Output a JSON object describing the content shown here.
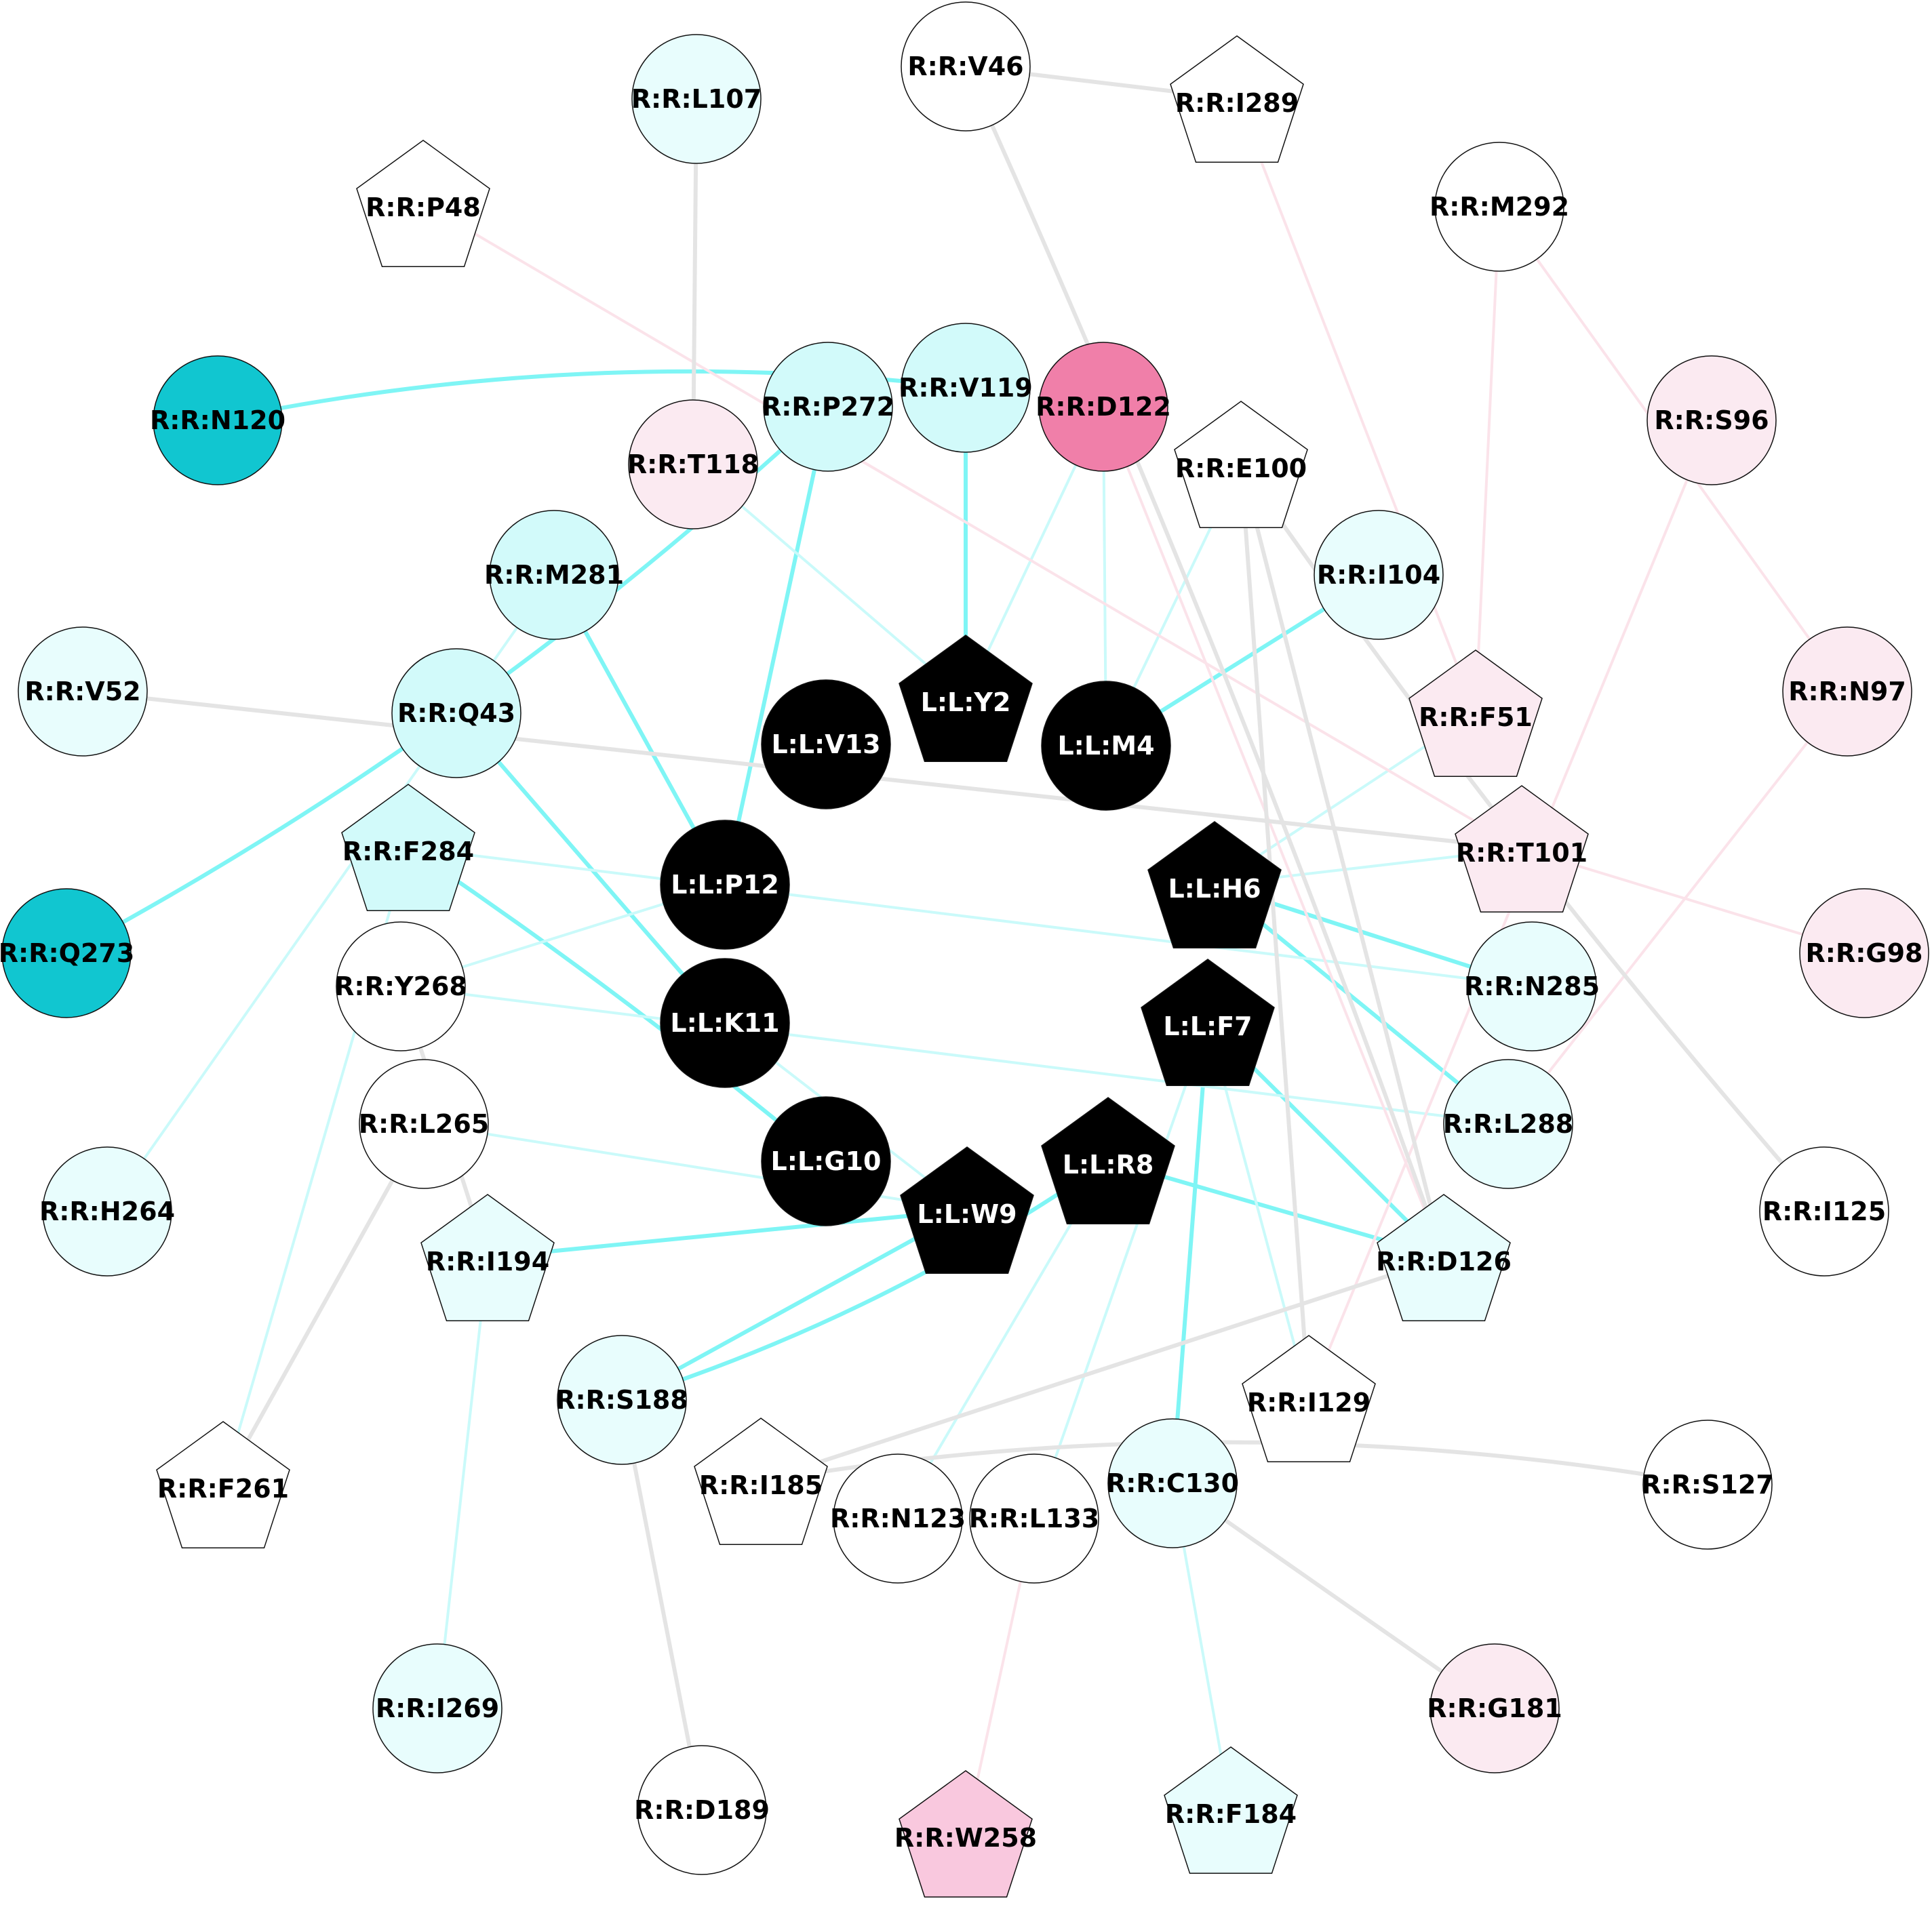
{
  "colors": {
    "ligand": "#000000",
    "cyan_strong": "#7ff5f5",
    "cyan_light": "#cafafa",
    "pink_light": "#fbe3ea",
    "gray": "#e4e4e4",
    "node_white": "#ffffff",
    "node_pale_cyan": "#e8fdfd",
    "node_cyan": "#d2fafa",
    "node_teal": "#11c6d0",
    "node_pale_pink": "#fbeaf1",
    "node_pink": "#f9c8de",
    "node_hot_pink": "#f07fa9"
  },
  "nodes": [
    {
      "id": "Y2",
      "label": "L:L:Y2",
      "shape": "pentagon",
      "fill": "ligand"
    },
    {
      "id": "M4",
      "label": "L:L:M4",
      "shape": "circle",
      "fill": "ligand"
    },
    {
      "id": "H6",
      "label": "L:L:H6",
      "shape": "pentagon",
      "fill": "ligand"
    },
    {
      "id": "F7",
      "label": "L:L:F7",
      "shape": "pentagon",
      "fill": "ligand"
    },
    {
      "id": "R8",
      "label": "L:L:R8",
      "shape": "pentagon",
      "fill": "ligand"
    },
    {
      "id": "W9",
      "label": "L:L:W9",
      "shape": "pentagon",
      "fill": "ligand"
    },
    {
      "id": "G10",
      "label": "L:L:G10",
      "shape": "circle",
      "fill": "ligand"
    },
    {
      "id": "K11",
      "label": "L:L:K11",
      "shape": "circle",
      "fill": "ligand"
    },
    {
      "id": "P12",
      "label": "L:L:P12",
      "shape": "circle",
      "fill": "ligand"
    },
    {
      "id": "V13",
      "label": "L:L:V13",
      "shape": "circle",
      "fill": "ligand"
    },
    {
      "id": "V46",
      "label": "R:R:V46",
      "shape": "circle",
      "fill": "node_white"
    },
    {
      "id": "I289",
      "label": "R:R:I289",
      "shape": "pentagon",
      "fill": "node_white"
    },
    {
      "id": "L107",
      "label": "R:R:L107",
      "shape": "circle",
      "fill": "node_pale_cyan"
    },
    {
      "id": "P48",
      "label": "R:R:P48",
      "shape": "pentagon",
      "fill": "node_white"
    },
    {
      "id": "M292",
      "label": "R:R:M292",
      "shape": "circle",
      "fill": "node_white"
    },
    {
      "id": "N120",
      "label": "R:R:N120",
      "shape": "circle",
      "fill": "node_teal"
    },
    {
      "id": "T118",
      "label": "R:R:T118",
      "shape": "circle",
      "fill": "node_pale_pink"
    },
    {
      "id": "P272",
      "label": "R:R:P272",
      "shape": "circle",
      "fill": "node_cyan"
    },
    {
      "id": "V119",
      "label": "R:R:V119",
      "shape": "circle",
      "fill": "node_cyan"
    },
    {
      "id": "D122",
      "label": "R:R:D122",
      "shape": "circle",
      "fill": "node_hot_pink"
    },
    {
      "id": "E100",
      "label": "R:R:E100",
      "shape": "pentagon",
      "fill": "node_white"
    },
    {
      "id": "S96",
      "label": "R:R:S96",
      "shape": "circle",
      "fill": "node_pale_pink"
    },
    {
      "id": "M281",
      "label": "R:R:M281",
      "shape": "circle",
      "fill": "node_cyan"
    },
    {
      "id": "I104",
      "label": "R:R:I104",
      "shape": "circle",
      "fill": "node_pale_cyan"
    },
    {
      "id": "V52",
      "label": "R:R:V52",
      "shape": "circle",
      "fill": "node_pale_cyan"
    },
    {
      "id": "Q43",
      "label": "R:R:Q43",
      "shape": "circle",
      "fill": "node_cyan"
    },
    {
      "id": "F51",
      "label": "R:R:F51",
      "shape": "pentagon",
      "fill": "node_pale_pink"
    },
    {
      "id": "N97",
      "label": "R:R:N97",
      "shape": "circle",
      "fill": "node_pale_pink"
    },
    {
      "id": "F284",
      "label": "R:R:F284",
      "shape": "pentagon",
      "fill": "node_cyan"
    },
    {
      "id": "T101",
      "label": "R:R:T101",
      "shape": "pentagon",
      "fill": "node_pale_pink"
    },
    {
      "id": "Q273",
      "label": "R:R:Q273",
      "shape": "circle",
      "fill": "node_teal"
    },
    {
      "id": "Y268",
      "label": "R:R:Y268",
      "shape": "circle",
      "fill": "node_white"
    },
    {
      "id": "N285",
      "label": "R:R:N285",
      "shape": "circle",
      "fill": "node_pale_cyan"
    },
    {
      "id": "G98",
      "label": "R:R:G98",
      "shape": "circle",
      "fill": "node_pale_pink"
    },
    {
      "id": "L265",
      "label": "R:R:L265",
      "shape": "circle",
      "fill": "node_white"
    },
    {
      "id": "L288",
      "label": "R:R:L288",
      "shape": "circle",
      "fill": "node_pale_cyan"
    },
    {
      "id": "H264",
      "label": "R:R:H264",
      "shape": "circle",
      "fill": "node_pale_cyan"
    },
    {
      "id": "I194",
      "label": "R:R:I194",
      "shape": "pentagon",
      "fill": "node_pale_cyan"
    },
    {
      "id": "D126",
      "label": "R:R:D126",
      "shape": "pentagon",
      "fill": "node_pale_cyan"
    },
    {
      "id": "I125",
      "label": "R:R:I125",
      "shape": "circle",
      "fill": "node_white"
    },
    {
      "id": "S188",
      "label": "R:R:S188",
      "shape": "circle",
      "fill": "node_pale_cyan"
    },
    {
      "id": "I129",
      "label": "R:R:I129",
      "shape": "pentagon",
      "fill": "node_white"
    },
    {
      "id": "F261",
      "label": "R:R:F261",
      "shape": "pentagon",
      "fill": "node_white"
    },
    {
      "id": "I185",
      "label": "R:R:I185",
      "shape": "pentagon",
      "fill": "node_white"
    },
    {
      "id": "C130",
      "label": "R:R:C130",
      "shape": "circle",
      "fill": "node_pale_cyan"
    },
    {
      "id": "N123",
      "label": "R:R:N123",
      "shape": "circle",
      "fill": "node_white"
    },
    {
      "id": "L133",
      "label": "R:R:L133",
      "shape": "circle",
      "fill": "node_white"
    },
    {
      "id": "S127",
      "label": "R:R:S127",
      "shape": "circle",
      "fill": "node_white"
    },
    {
      "id": "I269",
      "label": "R:R:I269",
      "shape": "circle",
      "fill": "node_pale_cyan"
    },
    {
      "id": "G181",
      "label": "R:R:G181",
      "shape": "circle",
      "fill": "node_pale_pink"
    },
    {
      "id": "D189",
      "label": "R:R:D189",
      "shape": "circle",
      "fill": "node_white"
    },
    {
      "id": "W258",
      "label": "R:R:W258",
      "shape": "pentagon",
      "fill": "node_pink"
    },
    {
      "id": "F184",
      "label": "R:R:F184",
      "shape": "pentagon",
      "fill": "node_pale_cyan"
    }
  ],
  "edges": [
    {
      "source": "V119",
      "target": "Y2",
      "color": "cyan_strong"
    },
    {
      "source": "N120",
      "target": "V119",
      "color": "cyan_strong"
    },
    {
      "source": "Q273",
      "target": "P272",
      "color": "cyan_strong"
    },
    {
      "source": "P272",
      "target": "P12",
      "color": "cyan_strong"
    },
    {
      "source": "M281",
      "target": "P12",
      "color": "cyan_strong"
    },
    {
      "source": "Q43",
      "target": "K11",
      "color": "cyan_strong"
    },
    {
      "source": "F284",
      "target": "G10",
      "color": "cyan_strong"
    },
    {
      "source": "I104",
      "target": "M4",
      "color": "cyan_strong"
    },
    {
      "source": "H6",
      "target": "N285",
      "color": "cyan_strong"
    },
    {
      "source": "H6",
      "target": "L288",
      "color": "cyan_strong"
    },
    {
      "source": "F7",
      "target": "D126",
      "color": "cyan_strong"
    },
    {
      "source": "R8",
      "target": "D126",
      "color": "cyan_strong"
    },
    {
      "source": "F7",
      "target": "C130",
      "color": "cyan_strong"
    },
    {
      "source": "I194",
      "target": "W9",
      "color": "cyan_strong"
    },
    {
      "source": "S188",
      "target": "W9",
      "color": "cyan_strong"
    },
    {
      "source": "S188",
      "target": "R8",
      "color": "cyan_strong"
    },
    {
      "source": "T118",
      "target": "Y2",
      "color": "cyan_light"
    },
    {
      "source": "D122",
      "target": "Y2",
      "color": "cyan_light"
    },
    {
      "source": "D122",
      "target": "M4",
      "color": "cyan_light"
    },
    {
      "source": "E100",
      "target": "M4",
      "color": "cyan_light"
    },
    {
      "source": "F51",
      "target": "H6",
      "color": "cyan_light"
    },
    {
      "source": "T101",
      "target": "H6",
      "color": "cyan_light"
    },
    {
      "source": "M281",
      "target": "H264",
      "color": "cyan_light"
    },
    {
      "source": "P12",
      "target": "Y268",
      "color": "cyan_light"
    },
    {
      "source": "F284",
      "target": "F261",
      "color": "cyan_light"
    },
    {
      "source": "F284",
      "target": "N285",
      "color": "cyan_light"
    },
    {
      "source": "Y268",
      "target": "L288",
      "color": "cyan_light"
    },
    {
      "source": "K11",
      "target": "W9",
      "color": "cyan_light"
    },
    {
      "source": "L265",
      "target": "W9",
      "color": "cyan_light"
    },
    {
      "source": "F7",
      "target": "I129",
      "color": "cyan_light"
    },
    {
      "source": "F7",
      "target": "L133",
      "color": "cyan_light"
    },
    {
      "source": "R8",
      "target": "N123",
      "color": "cyan_light"
    },
    {
      "source": "I194",
      "target": "I269",
      "color": "cyan_light"
    },
    {
      "source": "C130",
      "target": "F184",
      "color": "cyan_light"
    },
    {
      "source": "I289",
      "target": "F51",
      "color": "pink_light"
    },
    {
      "source": "M292",
      "target": "F51",
      "color": "pink_light"
    },
    {
      "source": "M292",
      "target": "N97",
      "color": "pink_light"
    },
    {
      "source": "P48",
      "target": "T101",
      "color": "pink_light"
    },
    {
      "source": "D122",
      "target": "D126",
      "color": "pink_light"
    },
    {
      "source": "S96",
      "target": "I129",
      "color": "pink_light"
    },
    {
      "source": "N97",
      "target": "L288",
      "color": "pink_light"
    },
    {
      "source": "T101",
      "target": "G98",
      "color": "pink_light"
    },
    {
      "source": "L133",
      "target": "W258",
      "color": "pink_light"
    },
    {
      "source": "V46",
      "target": "I289",
      "color": "gray"
    },
    {
      "source": "L107",
      "target": "T118",
      "color": "gray"
    },
    {
      "source": "V46",
      "target": "D126",
      "color": "gray"
    },
    {
      "source": "E100",
      "target": "I129",
      "color": "gray"
    },
    {
      "source": "E100",
      "target": "D126",
      "color": "gray"
    },
    {
      "source": "E100",
      "target": "I125",
      "color": "gray"
    },
    {
      "source": "V52",
      "target": "T101",
      "color": "gray"
    },
    {
      "source": "Y268",
      "target": "I194",
      "color": "gray"
    },
    {
      "source": "L265",
      "target": "F261",
      "color": "gray"
    },
    {
      "source": "D126",
      "target": "I185",
      "color": "gray"
    },
    {
      "source": "I185",
      "target": "S127",
      "color": "gray"
    },
    {
      "source": "S188",
      "target": "D189",
      "color": "gray"
    },
    {
      "source": "C130",
      "target": "G181",
      "color": "gray"
    }
  ]
}
